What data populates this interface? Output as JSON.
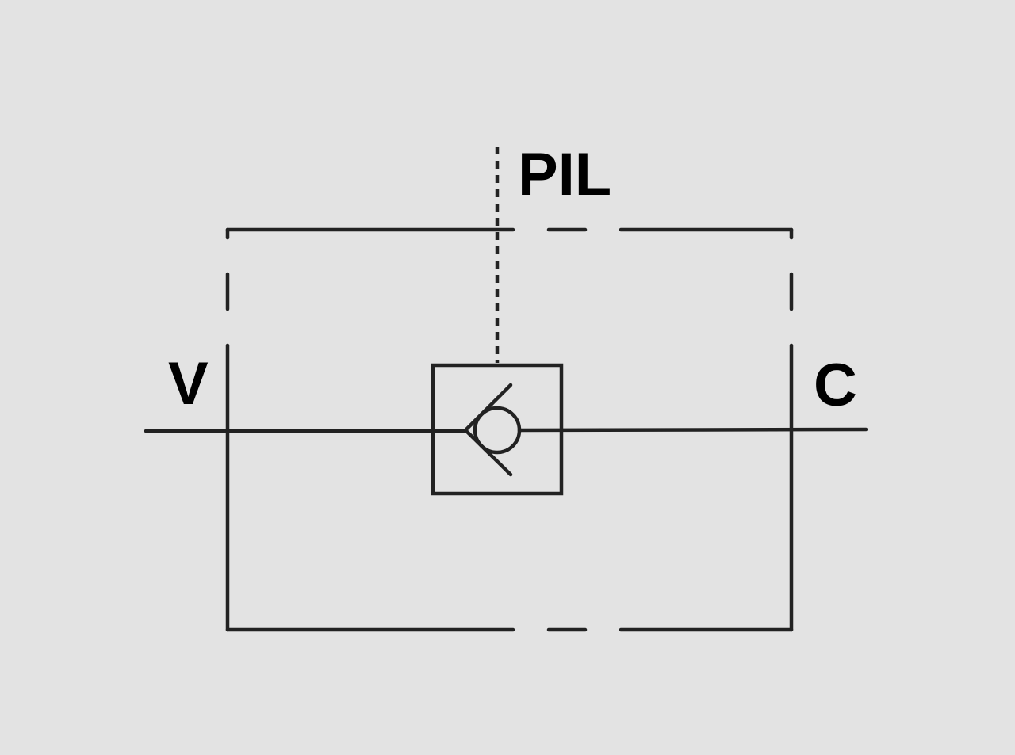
{
  "diagram": {
    "ports": {
      "pilot": "PIL",
      "inlet": "V",
      "outlet": "C"
    },
    "colors": {
      "background": "#e3e3e3",
      "stroke": "#222222",
      "text": "#000000"
    }
  }
}
